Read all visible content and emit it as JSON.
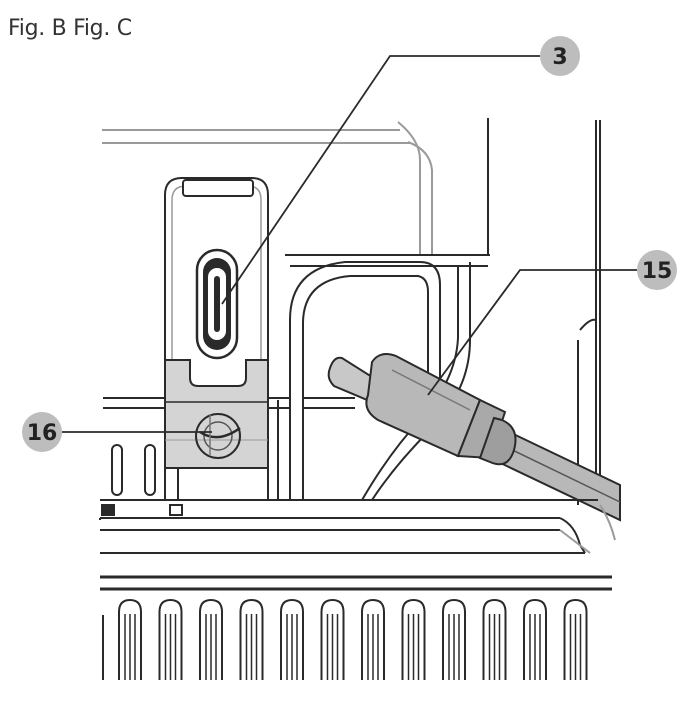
{
  "figure": {
    "caption": "Fig. B Fig. C"
  },
  "callouts": [
    {
      "label": "3",
      "target": "usb-c-port"
    },
    {
      "label": "15",
      "target": "usb-cable-plug"
    },
    {
      "label": "16",
      "target": "mounting-screw"
    }
  ],
  "colors": {
    "line": "#2a2a2a",
    "light_line": "#9a9a9a",
    "callout_fill": "#bdbdbd",
    "clip_fill": "#d4d4d4",
    "plug_fill": "#b8b8b8"
  }
}
